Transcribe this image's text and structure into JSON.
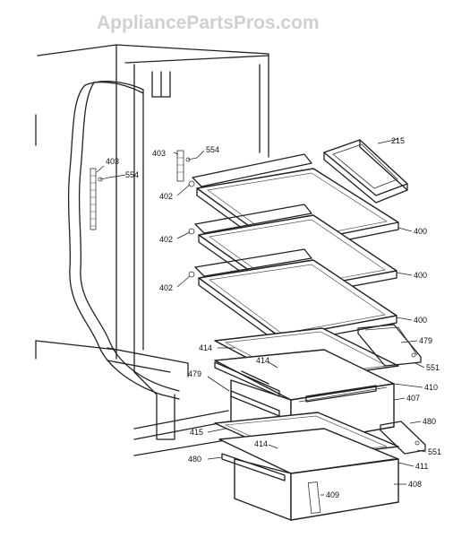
{
  "watermark": "AppliancePartsPros.com",
  "labels": {
    "l215": "215",
    "l403a": "403",
    "l554a": "554",
    "l403b": "403",
    "l554b": "554",
    "l402a": "402",
    "l402b": "402",
    "l402c": "402",
    "l400a": "400",
    "l400b": "400",
    "l400c": "400",
    "l479a": "479",
    "l479b": "479",
    "l414a": "414",
    "l414b": "414",
    "l414c": "414",
    "l551a": "551",
    "l551b": "551",
    "l410": "410",
    "l407": "407",
    "l480a": "480",
    "l480b": "480",
    "l415": "415",
    "l411": "411",
    "l408": "408",
    "l409": "409"
  }
}
